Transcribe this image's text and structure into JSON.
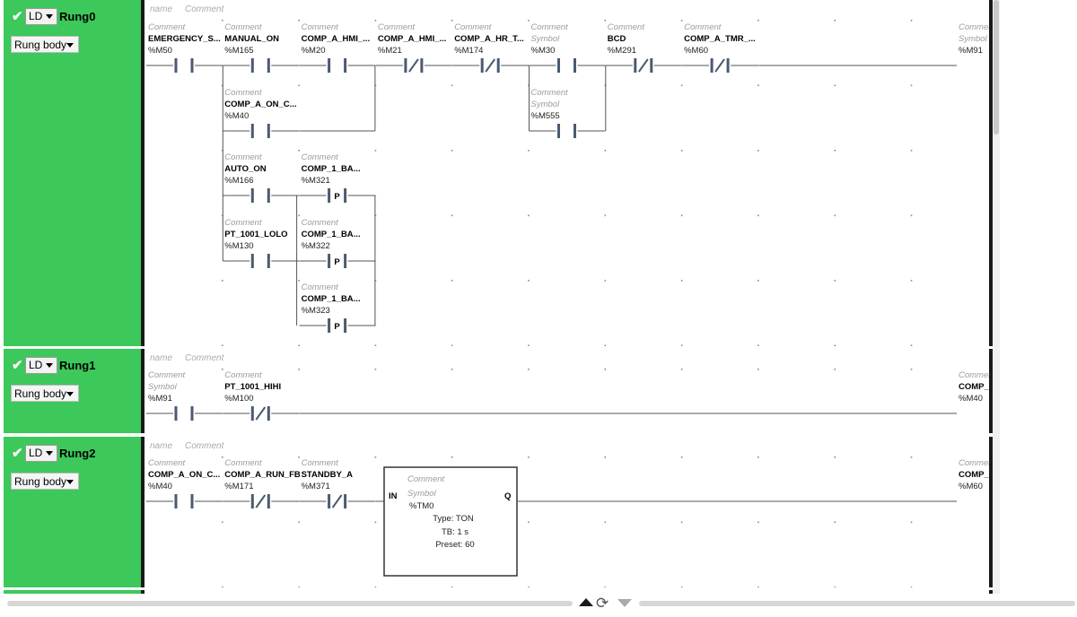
{
  "rungs": [
    {
      "title": "Rung0",
      "lang": "LD",
      "body_label": "Rung body",
      "name_placeholder": "name",
      "comment_placeholder": "Comment",
      "rows": [
        [
          {
            "type": "no",
            "c": "Comment",
            "s": "EMERGENCY_S...",
            "a": "%M50"
          },
          {
            "type": "no",
            "c": "Comment",
            "s": "MANUAL_ON",
            "a": "%M165"
          },
          {
            "type": "no",
            "c": "Comment",
            "s": "COMP_A_HMI_...",
            "a": "%M20"
          },
          {
            "type": "nc",
            "c": "Comment",
            "s": "COMP_A_HMI_...",
            "a": "%M21"
          },
          {
            "type": "nc",
            "c": "Comment",
            "s": "COMP_A_HR_T...",
            "a": "%M174"
          },
          {
            "type": "no",
            "c": "Comment",
            "s": "Symbol",
            "a": "%M30",
            "si": true
          },
          {
            "type": "nc",
            "c": "Comment",
            "s": "BCD",
            "a": "%M291"
          },
          {
            "type": "nc",
            "c": "Comment",
            "s": "COMP_A_TMR_...",
            "a": "%M60"
          }
        ],
        [
          {
            "type": "no",
            "c": "Comment",
            "s": "COMP_A_ON_C...",
            "a": "%M40"
          },
          {
            "type": "no",
            "c": "Comment",
            "s": "Symbol",
            "a": "%M555",
            "si": true
          }
        ],
        [
          {
            "type": "no",
            "c": "Comment",
            "s": "AUTO_ON",
            "a": "%M166"
          },
          {
            "type": "p",
            "c": "Comment",
            "s": "COMP_1_BA...",
            "a": "%M321"
          }
        ],
        [
          {
            "type": "no",
            "c": "Comment",
            "s": "PT_1001_LOLO",
            "a": "%M130"
          },
          {
            "type": "p",
            "c": "Comment",
            "s": "COMP_1_BA...",
            "a": "%M322"
          }
        ],
        [
          {
            "type": "p",
            "c": "Comment",
            "s": "COMP_1_BA...",
            "a": "%M323"
          }
        ]
      ],
      "coil": {
        "c": "Comment",
        "s": "Symbol",
        "a": "%M91",
        "si": true
      }
    },
    {
      "title": "Rung1",
      "lang": "LD",
      "body_label": "Rung body",
      "name_placeholder": "name",
      "comment_placeholder": "Comment",
      "rows": [
        [
          {
            "type": "no",
            "c": "Comment",
            "s": "Symbol",
            "a": "%M91",
            "si": true
          },
          {
            "type": "nc",
            "c": "Comment",
            "s": "PT_1001_HIHI",
            "a": "%M100"
          }
        ]
      ],
      "coil": {
        "c": "Comment",
        "s": "COMP_A_ON_C...",
        "a": "%M40"
      }
    },
    {
      "title": "Rung2",
      "lang": "LD",
      "body_label": "Rung body",
      "name_placeholder": "name",
      "comment_placeholder": "Comment",
      "rows": [
        [
          {
            "type": "no",
            "c": "Comment",
            "s": "COMP_A_ON_C...",
            "a": "%M40"
          },
          {
            "type": "nc",
            "c": "Comment",
            "s": "COMP_A_RUN_FB",
            "a": "%M171"
          },
          {
            "type": "nc",
            "c": "Comment",
            "s": "STANDBY_A",
            "a": "%M371"
          }
        ]
      ],
      "timer": {
        "in": "IN",
        "q": "Q",
        "c": "Comment",
        "s": "Symbol",
        "a": "%TM0",
        "type_line": "Type: TON",
        "tb_line": "TB: 1 s",
        "preset_line": "Preset: 60"
      },
      "coil": {
        "c": "Comment",
        "s": "COMP_A_TMR_...",
        "a": "%M60"
      }
    }
  ],
  "navigation": {
    "up": "scroll-up",
    "refresh": "refresh",
    "down": "scroll-down"
  }
}
